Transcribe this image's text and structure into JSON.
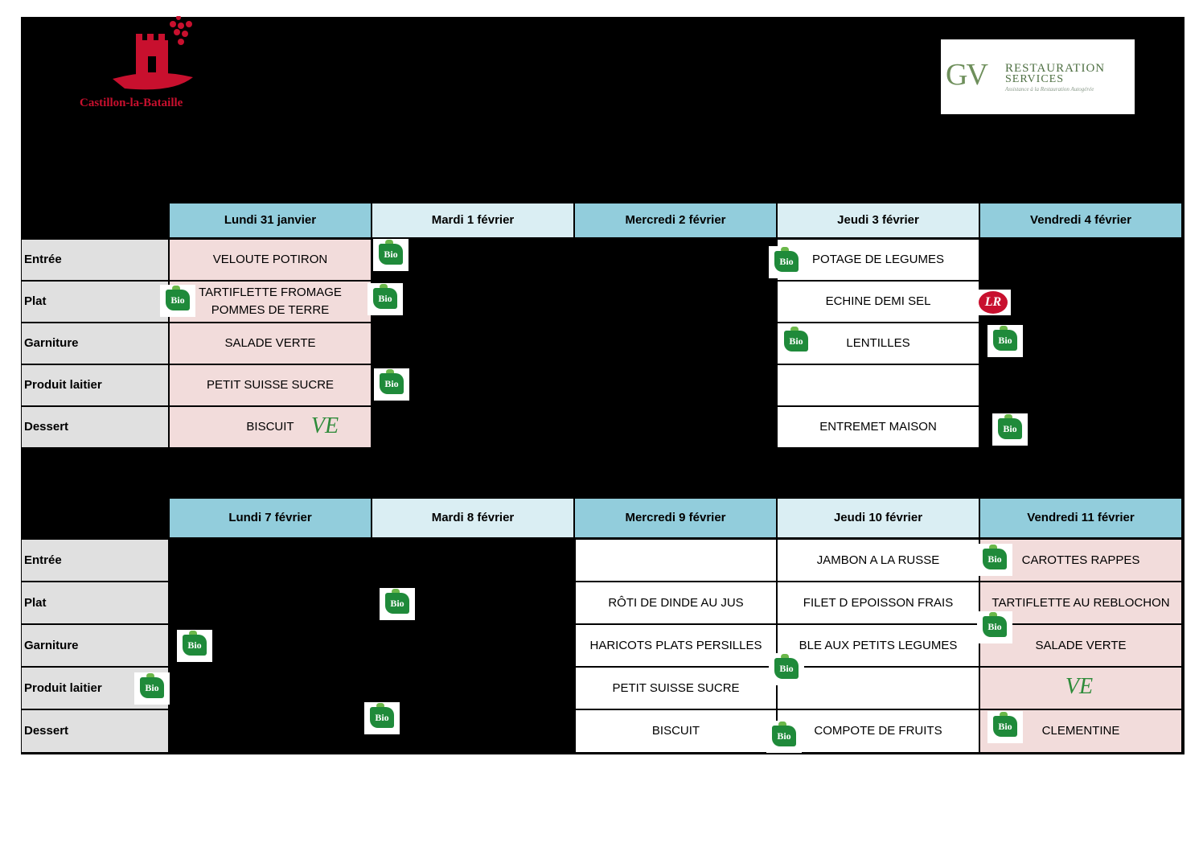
{
  "logos": {
    "left": {
      "town": "Castillon-la-Bataille"
    },
    "right": {
      "mark": "GV",
      "line1": "RESTAURATION",
      "line2": "SERVICES",
      "tagline": "Assistance à la Restauration Autogérée"
    }
  },
  "row_labels": [
    "Entrée",
    "Plat",
    "Garniture",
    "Produit laitier",
    "Dessert"
  ],
  "week1": {
    "days": [
      "Lundi 31 janvier",
      "Mardi 1 février",
      "Mercredi 2 février",
      "Jeudi 3 février",
      "Vendredi 4 février"
    ],
    "cells": {
      "lundi": [
        "VELOUTE POTIRON",
        "TARTIFLETTE FROMAGE POMMES DE TERRE",
        "SALADE VERTE",
        "PETIT SUISSE SUCRE",
        "BISCUIT"
      ],
      "jeudi": [
        "POTAGE DE LEGUMES",
        "ECHINE DEMI SEL",
        "LENTILLES",
        "",
        "ENTREMET MAISON"
      ]
    }
  },
  "week2": {
    "days": [
      "Lundi 7 février",
      "Mardi 8 février",
      "Mercredi 9 février",
      "Jeudi 10 février",
      "Vendredi 11 février"
    ],
    "cells": {
      "mercredi": [
        "",
        "RÔTI DE DINDE AU JUS",
        "HARICOTS PLATS PERSILLES",
        "PETIT SUISSE SUCRE",
        "BISCUIT"
      ],
      "jeudi": [
        "JAMBON A LA RUSSE",
        "FILET D EPOISSON FRAIS",
        "BLE AUX PETITS LEGUMES",
        "",
        "COMPOTE DE FRUITS"
      ],
      "vendredi": [
        "CAROTTES RAPPES",
        "TARTIFLETTE AU REBLOCHON",
        "SALADE VERTE",
        "",
        "CLEMENTINE"
      ]
    }
  },
  "badges": {
    "bio": "Bio",
    "label_rouge": "LR",
    "vegetarian": "VE"
  },
  "colors": {
    "header_dark": "#92cddc",
    "header_light": "#daeef3",
    "pink_cell": "#f2dcdb",
    "label_grey": "#e0e0e0",
    "bio_green": "#1f8a3a",
    "label_rouge_red": "#c8102e"
  }
}
